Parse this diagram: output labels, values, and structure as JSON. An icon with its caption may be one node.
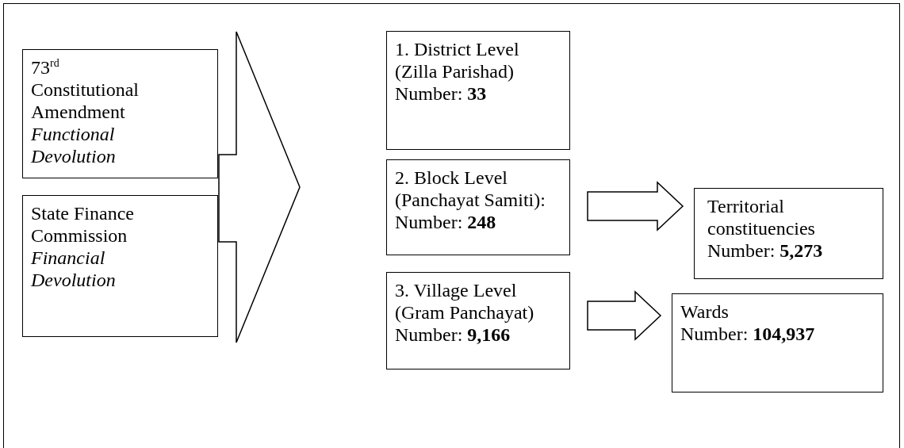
{
  "diagram": {
    "nodes": [
      {
        "text": [
          "73$^{rd}$ Constitutional Amendment",
          "Functional Devolution"
        ]
      },
      {
        "text": [
          "State Finance Commission",
          "Financial Devolution"
        ]
      },
      {
        "text": [
          "1. District Level (Zilla Parishad)",
          "Number: **33**"
        ]
      },
      {
        "text": [
          "2. Block Level (Panchayat Samiti):",
          "Number: **248**"
        ]
      },
      {
        "text": [
          "3. Village Level (Gram Panchayat)",
          "Number: **9,166**"
        ]
      },
      {
        "text": [
          "Territorial constituencies",
          "Number: **5,273**"
        ]
      },
      {
        "text": [
          "Wards",
          "Number: **104,937**"
        ]
      }
    ],
    "edges": [
      {
        "from": 0,
        "to": 2,
        "arrow": "to"
      },
      {
        "from": 0,
        "to": 3,
        "arrow": "to"
      },
      {
        "from": 0,
        "to": 4,
        "arrow": "to"
      },
      {
        "from": 1,
        "to": 2,
        "arrow": "to"
      },
      {
        "from": 1,
        "to": 3,
        "arrow": "to"
      },
      {
        "from": 1,
        "to": 4,
        "arrow": "to"
      },
      {
        "from": 3,
        "to": 5,
        "arrow": "to"
      },
      {
        "from": 4,
        "to": 6,
        "arrow": "to"
      }
    ]
  }
}
